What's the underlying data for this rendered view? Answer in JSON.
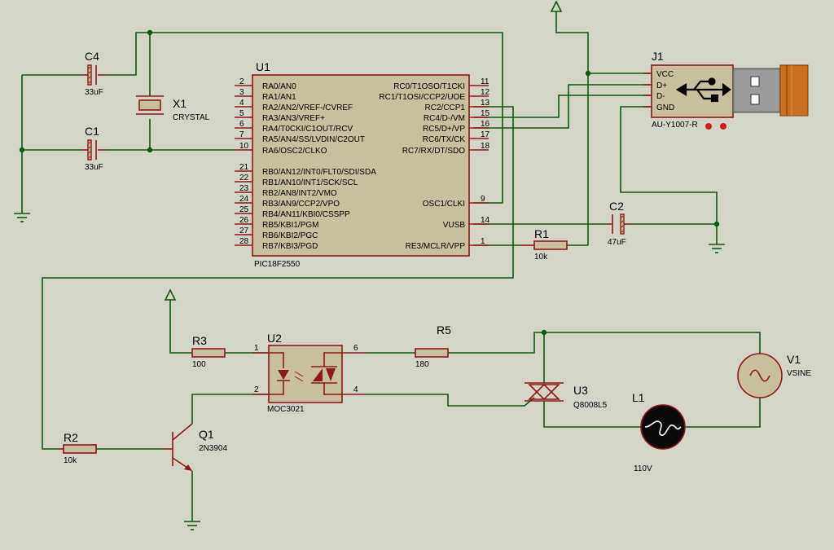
{
  "background_color": "#d4d4c8",
  "colors": {
    "wire": "#0b5a0b",
    "component": "#8b1a1a",
    "body_fill": "#c8bfa0"
  },
  "u1": {
    "ref": "U1",
    "part": "PIC18F2550",
    "left_pins": [
      {
        "num": "2",
        "name": "RA0/AN0"
      },
      {
        "num": "3",
        "name": "RA1/AN1"
      },
      {
        "num": "4",
        "name": "RA2/AN2/VREF-/CVREF"
      },
      {
        "num": "5",
        "name": "RA3/AN3/VREF+"
      },
      {
        "num": "6",
        "name": "RA4/T0CKI/C1OUT/RCV"
      },
      {
        "num": "7",
        "name": "RA5/AN4/SS/LVDIN/C2OUT"
      },
      {
        "num": "10",
        "name": "RA6/OSC2/CLKO"
      },
      {
        "num": "21",
        "name": "RB0/AN12/INT0/FLT0/SDI/SDA"
      },
      {
        "num": "22",
        "name": "RB1/AN10/INT1/SCK/SCL"
      },
      {
        "num": "23",
        "name": "RB2/AN8/INT2/VMO"
      },
      {
        "num": "24",
        "name": "RB3/AN9/CCP2/VPO"
      },
      {
        "num": "25",
        "name": "RB4/AN11/KBI0/CSSPP"
      },
      {
        "num": "26",
        "name": "RB5/KBI1/PGM"
      },
      {
        "num": "27",
        "name": "RB6/KBI2/PGC"
      },
      {
        "num": "28",
        "name": "RB7/KBI3/PGD"
      }
    ],
    "right_pins": [
      {
        "num": "11",
        "name": "RC0/T1OSO/T1CKI"
      },
      {
        "num": "12",
        "name": "RC1/T1OSI/CCP2/UOE"
      },
      {
        "num": "13",
        "name": "RC2/CCP1"
      },
      {
        "num": "15",
        "name": "RC4/D-/VM"
      },
      {
        "num": "16",
        "name": "RC5/D+/VP"
      },
      {
        "num": "17",
        "name": "RC6/TX/CK"
      },
      {
        "num": "18",
        "name": "RC7/RX/DT/SDO"
      },
      {
        "num": "9",
        "name": "OSC1/CLKI"
      },
      {
        "num": "14",
        "name": "VUSB"
      },
      {
        "num": "1",
        "name": "RE3/MCLR/VPP"
      }
    ]
  },
  "c4": {
    "ref": "C4",
    "value": "33uF"
  },
  "c1": {
    "ref": "C1",
    "value": "33uF"
  },
  "x1": {
    "ref": "X1",
    "value": "CRYSTAL"
  },
  "j1": {
    "ref": "J1",
    "part": "AU-Y1007-R",
    "pins": [
      "VCC",
      "D+",
      "D-",
      "GND"
    ]
  },
  "c2": {
    "ref": "C2",
    "value": "47uF"
  },
  "r1": {
    "ref": "R1",
    "value": "10k"
  },
  "r2": {
    "ref": "R2",
    "value": "10k"
  },
  "r3": {
    "ref": "R3",
    "value": "100"
  },
  "r5": {
    "ref": "R5",
    "value": "180"
  },
  "u2": {
    "ref": "U2",
    "part": "MOC3021",
    "pins": [
      "1",
      "2",
      "6",
      "4"
    ]
  },
  "u3": {
    "ref": "U3",
    "part": "Q8008L5"
  },
  "q1": {
    "ref": "Q1",
    "part": "2N3904"
  },
  "l1": {
    "ref": "L1",
    "value": "110V"
  },
  "v1": {
    "ref": "V1",
    "value": "VSINE"
  }
}
